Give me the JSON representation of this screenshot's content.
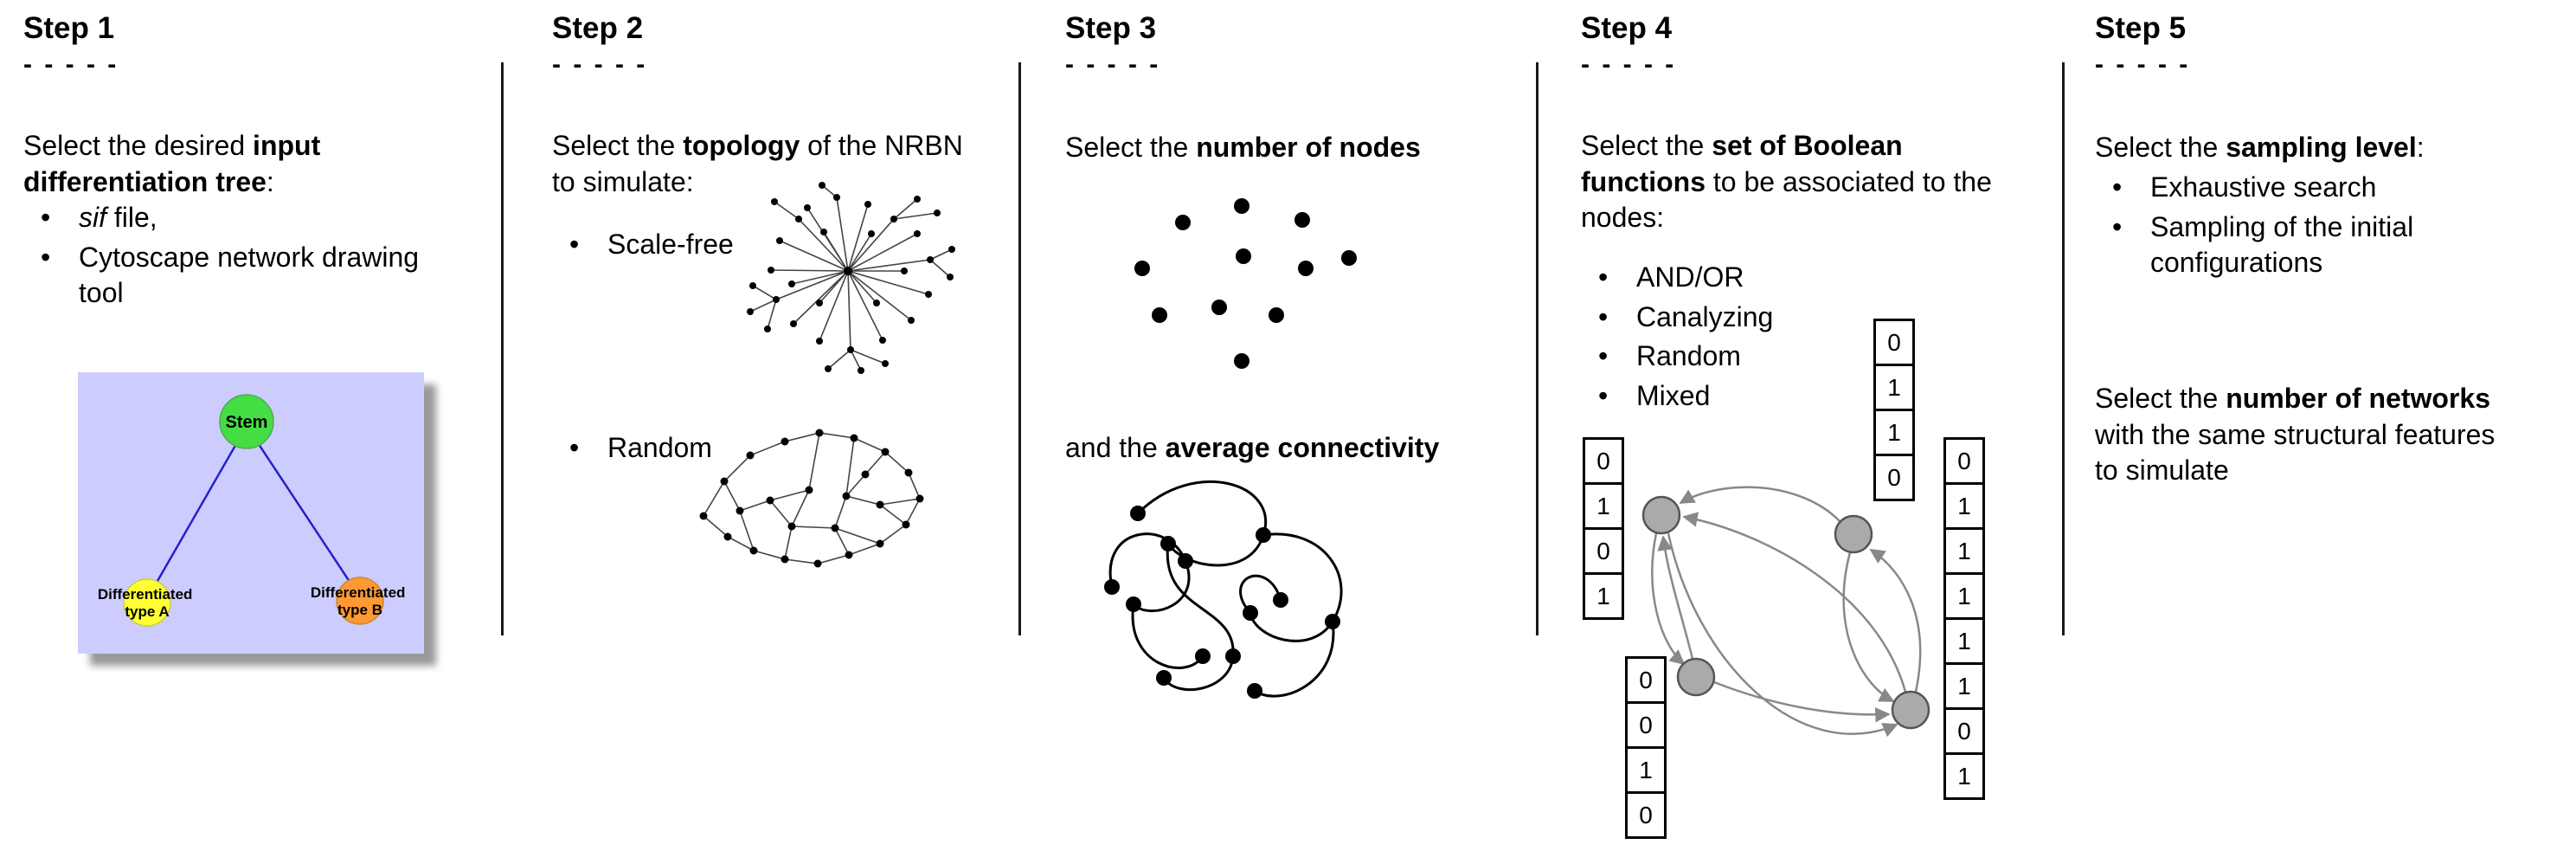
{
  "ui": {
    "bullet": "•"
  },
  "colors": {
    "tree_background": "#ccccff",
    "stem_node": "#44dd44",
    "type_a_node": "#ffff33",
    "type_b_node": "#ff9933",
    "tree_edge": "#2222cc",
    "boolean_node": "#aaaaaa",
    "arrow": "#888888"
  },
  "steps": [
    {
      "title": "Step 1",
      "dashes": "- - - - -",
      "intro": [
        "Select the desired ",
        "input differentiation tree",
        ":"
      ],
      "bullets": {
        "b1": [
          "sif",
          " file,"
        ],
        "b2": "Cytoscape network drawing tool"
      },
      "tree": {
        "stem": "Stem",
        "type_a": [
          "Differentiated",
          "type A"
        ],
        "type_b": [
          "Differentiated",
          "type B"
        ]
      }
    },
    {
      "title": "Step 2",
      "dashes": "- - - - -",
      "intro": [
        "Select the ",
        "topology",
        " of the NRBN to simulate:"
      ],
      "bullets": [
        "Scale-free",
        "Random"
      ]
    },
    {
      "title": "Step 3",
      "dashes": "- - - - -",
      "line1": [
        "Select the ",
        "number of nodes"
      ],
      "line2": [
        "and the ",
        "average connectivity"
      ]
    },
    {
      "title": "Step 4",
      "dashes": "- - - - -",
      "intro": [
        "Select the ",
        "set of Boolean functions",
        " to be associated to the nodes:"
      ],
      "bullets": [
        "AND/OR",
        "Canalyzing",
        "Random",
        "Mixed"
      ],
      "truth_tables": {
        "left": [
          "0",
          "1",
          "0",
          "1"
        ],
        "top": [
          "0",
          "1",
          "1",
          "0"
        ],
        "bottom_left": [
          "0",
          "0",
          "1",
          "0"
        ],
        "right": [
          "0",
          "1",
          "1",
          "1",
          "1",
          "1",
          "0",
          "1"
        ]
      }
    },
    {
      "title": "Step 5",
      "dashes": "- - - - -",
      "intro": [
        "Select the ",
        "sampling level",
        ":"
      ],
      "bullets": [
        "Exhaustive search",
        "Sampling of the initial configurations"
      ],
      "paragraph2": [
        "Select the ",
        "number of networks",
        " with the same structural features to simulate"
      ]
    }
  ]
}
